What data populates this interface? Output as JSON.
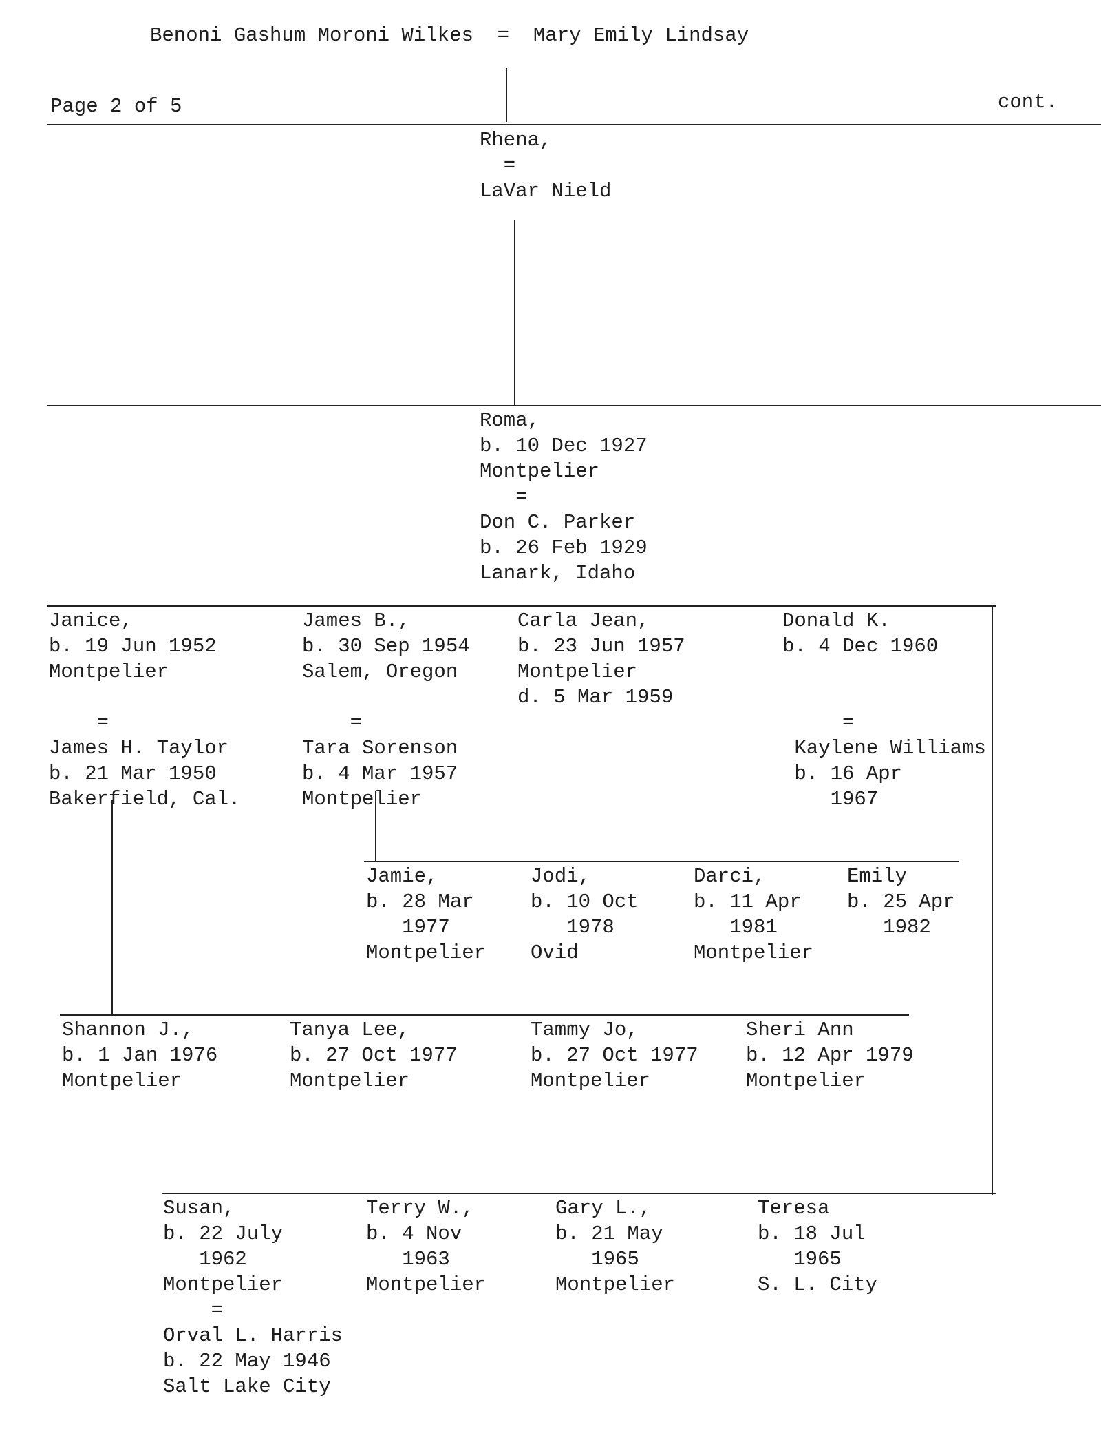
{
  "header": {
    "title": "Benoni Gashum Moroni Wilkes  =  Mary Emily Lindsay",
    "page": "Page 2 of 5",
    "cont": "cont."
  },
  "blocks": {
    "rhena": [
      "Rhena,",
      "  =",
      "LaVar Nield"
    ],
    "roma": [
      "Roma,",
      "b. 10 Dec 1927",
      "Montpelier",
      "   =",
      "Don C. Parker",
      "b. 26 Feb 1929",
      "Lanark, Idaho"
    ],
    "janice": [
      "Janice,",
      "b. 19 Jun 1952",
      "Montpelier",
      "",
      "    =",
      "James H. Taylor",
      "b. 21 Mar 1950",
      "Bakerfield, Cal."
    ],
    "james": [
      "James B.,",
      "b. 30 Sep 1954",
      "Salem, Oregon",
      "",
      "    =",
      "Tara Sorenson",
      "b. 4 Mar 1957",
      "Montpelier"
    ],
    "carla": [
      "Carla Jean,",
      "b. 23 Jun 1957",
      "Montpelier",
      "d. 5 Mar 1959"
    ],
    "donald": [
      "Donald K.",
      "b. 4 Dec 1960",
      "",
      "",
      "     =",
      " Kaylene Williams",
      " b. 16 Apr",
      "    1967"
    ],
    "jamie": [
      "Jamie,",
      "b. 28 Mar",
      "   1977",
      "Montpelier"
    ],
    "jodi": [
      "Jodi,",
      "b. 10 Oct",
      "   1978",
      "Ovid"
    ],
    "darci": [
      "Darci,",
      "b. 11 Apr",
      "   1981",
      "Montpelier"
    ],
    "emily": [
      "Emily",
      "b. 25 Apr",
      "   1982"
    ],
    "shannon": [
      "Shannon J.,",
      "b. 1 Jan 1976",
      "Montpelier"
    ],
    "tanya": [
      "Tanya Lee,",
      "b. 27 Oct 1977",
      "Montpelier"
    ],
    "tammy": [
      "Tammy Jo,",
      "b. 27 Oct 1977",
      "Montpelier"
    ],
    "sheri": [
      "Sheri Ann",
      "b. 12 Apr 1979",
      "Montpelier"
    ],
    "susan": [
      "Susan,",
      "b. 22 July",
      "   1962",
      "Montpelier",
      "    =",
      "Orval L. Harris",
      "b. 22 May 1946",
      "Salt Lake City"
    ],
    "terry": [
      "Terry W.,",
      "b. 4 Nov",
      "   1963",
      "Montpelier"
    ],
    "gary": [
      "Gary L.,",
      "b. 21 May",
      "   1965",
      "Montpelier"
    ],
    "teresa": [
      "Teresa",
      "b. 18 Jul",
      "   1965",
      "S. L. City"
    ]
  }
}
